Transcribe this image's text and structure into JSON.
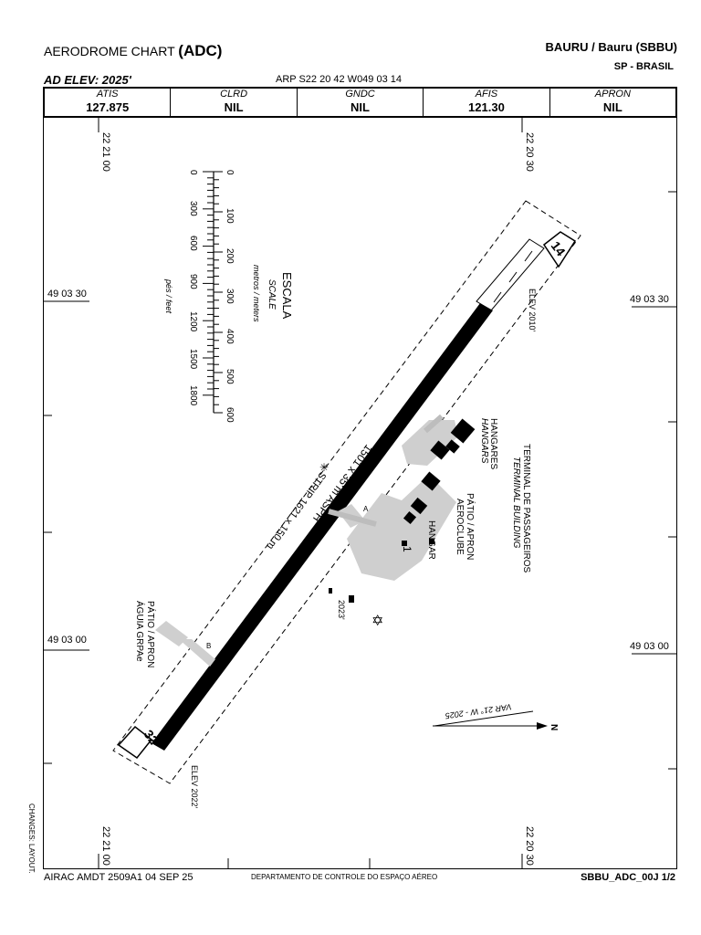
{
  "header": {
    "title_prefix": "AERODROME CHART",
    "title_code": "(ADC)",
    "aerodrome": "BAURU / Bauru (SBBU)",
    "state": "SP - BRASIL",
    "elevation": "AD ELEV: 2025'",
    "arp": "ARP S22 20 42 W049 03 14"
  },
  "frequencies": [
    {
      "name": "ATIS",
      "value": "127.875"
    },
    {
      "name": "CLRD",
      "value": "NIL"
    },
    {
      "name": "GNDC",
      "value": "NIL"
    },
    {
      "name": "AFIS",
      "value": "121.30"
    },
    {
      "name": "APRON",
      "value": "NIL"
    }
  ],
  "grid": {
    "lat_top_left": "22 21 00",
    "lat_top_right": "22 20 30",
    "lat_bottom_left": "22 21 00",
    "lat_bottom_right": "22 20 30",
    "lon_left_upper": "49 03 30",
    "lon_right_upper": "49 03 30",
    "lon_left_lower": "49 03 00",
    "lon_right_lower": "49 03 00"
  },
  "scale": {
    "title": "ESCALA",
    "subtitle": "SCALE",
    "meters_label": "metros / meters",
    "feet_label": "pés / feet",
    "meters_ticks": [
      "0",
      "100",
      "200",
      "300",
      "400",
      "500",
      "600"
    ],
    "feet_ticks": [
      "0",
      "300",
      "600",
      "900",
      "1200",
      "1500",
      "1800"
    ]
  },
  "runway": {
    "designator_ne": "14",
    "designator_sw": "32",
    "dimensions": "1501 x 35 m ASPH",
    "strip": "STRIP 1621 x 150 m",
    "elev_ne": "ELEV 2010'",
    "elev_sw": "ELEV 2022'"
  },
  "labels": {
    "hangares": "HANGARES",
    "hangars": "HANGARS",
    "terminal_pt": "TERMINAL DE PASSAGEIROS",
    "terminal_en": "TERMINAL BUILDING",
    "patio_aeroclube_1": "PÁTIO / APRON",
    "patio_aeroclube_2": "AEROCLUBE",
    "hangar": "HANGAR",
    "patio_aguia_1": "PÁTIO / APRON",
    "patio_aguia_2": "ÁGUIA GRPAe",
    "apron_number": "1",
    "obstacle_elev": "2023'",
    "twy_a": "A",
    "twy_b": "B",
    "variation": "VAR 21° W - 2025",
    "north": "N"
  },
  "footer": {
    "airac": "AIRAC AMDT 2509A1 04 SEP 25",
    "department": "DEPARTAMENTO DE CONTROLE DO ESPAÇO AÉREO",
    "chart_id": "SBBU_ADC_00J 1/2",
    "changes": "CHANGES: LAYOUT."
  }
}
